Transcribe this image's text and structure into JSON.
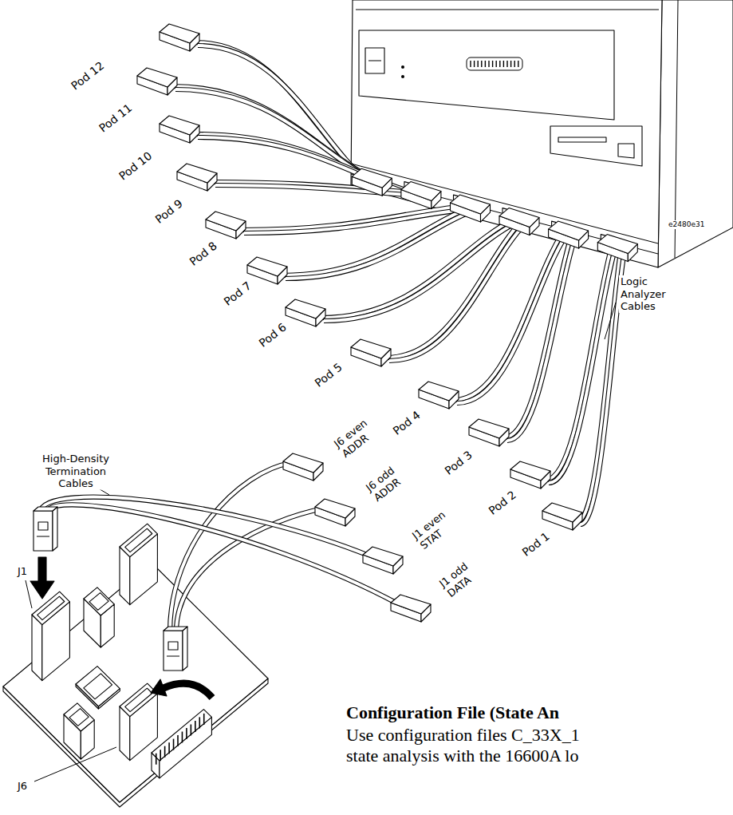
{
  "diagram": {
    "labels": [
      "Pod 12",
      "Pod 11",
      "Pod 10",
      "Pod 9",
      "Pod 8",
      "Pod 7",
      "Pod 6",
      "Pod 5",
      "Pod 4",
      "Pod 3",
      "Pod 2",
      "Pod 1",
      "Logic Analyzer Cables",
      "e2480e31",
      "J6 even ADDR",
      "J6 odd ADDR",
      "J1 even STAT",
      "J1 odd DATA",
      "High-Density Termination Cables",
      "J1",
      "J6",
      "Configuration File (State An",
      "Use configuration files C_33X_1",
      "state analysis with the 16600A lo"
    ]
  }
}
